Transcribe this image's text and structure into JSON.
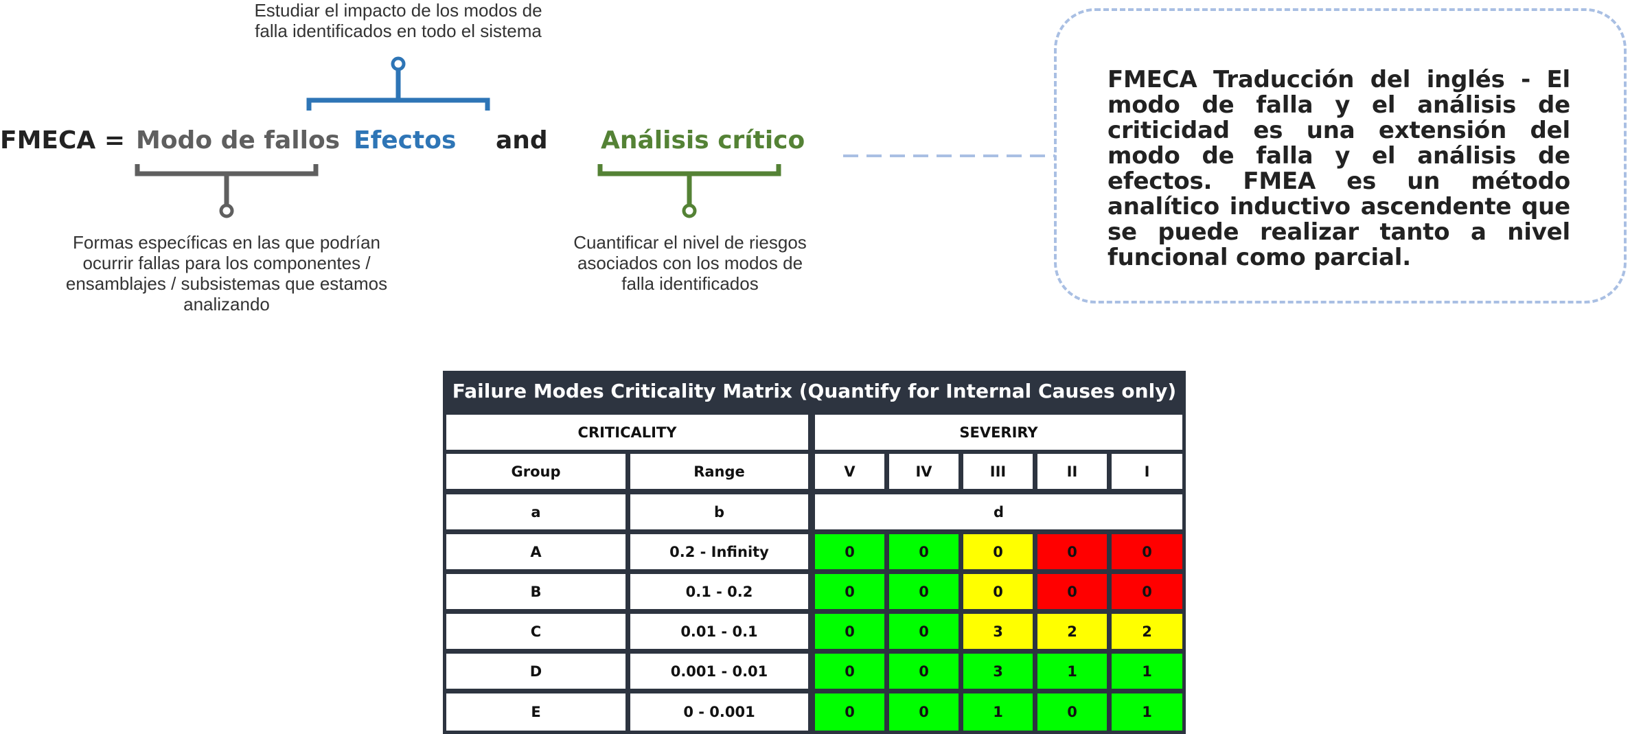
{
  "equation": {
    "lhs": "FMECA =",
    "term1": "Modo de fallos",
    "term2": "Efectos",
    "connector": "and",
    "term3": "Análisis crítico",
    "colors": {
      "term1": "#5f5f5f",
      "term2": "#2e75b6",
      "term3": "#548235",
      "lhs": "#222222"
    }
  },
  "captions": {
    "effects": "Estudiar el impacto de los modos de falla identificados en todo el sistema",
    "failure_modes": "Formas específicas en las que podrían ocurrir fallas para los componentes / ensamblajes / subsistemas que estamos analizando",
    "criticality": "Cuantificar el nivel de riesgos asociados con los modos de falla identificados"
  },
  "callout": {
    "text": "FMECA Traducción del inglés - El modo de falla y el análisis de criticidad es una extensión del modo de falla y el análisis de efectos. FMEA es un método analítico inductivo ascendente que se puede realizar tanto a nivel funcional como parcial.",
    "border_color": "#a9bfe3"
  },
  "matrix": {
    "title": "Failure Modes Criticality Matrix (Quantify for Internal Causes only)",
    "criticality_header": "CRITICALITY",
    "severity_header": "SEVERIRY",
    "group_header": "Group",
    "range_header": "Range",
    "severity_levels": [
      "V",
      "IV",
      "III",
      "II",
      "I"
    ],
    "col_a": "a",
    "col_b": "b",
    "col_d": "d",
    "rows": [
      {
        "group": "A",
        "range": "0.2 - Infinity",
        "values": [
          "0",
          "0",
          "0",
          "0",
          "0"
        ],
        "colors": [
          "green",
          "green",
          "yellow",
          "red",
          "red"
        ]
      },
      {
        "group": "B",
        "range": "0.1 - 0.2",
        "values": [
          "0",
          "0",
          "0",
          "0",
          "0"
        ],
        "colors": [
          "green",
          "green",
          "yellow",
          "red",
          "red"
        ]
      },
      {
        "group": "C",
        "range": "0.01 - 0.1",
        "values": [
          "0",
          "0",
          "3",
          "2",
          "2"
        ],
        "colors": [
          "green",
          "green",
          "yellow",
          "yellow",
          "yellow"
        ]
      },
      {
        "group": "D",
        "range": "0.001 - 0.01",
        "values": [
          "0",
          "0",
          "3",
          "1",
          "1"
        ],
        "colors": [
          "green",
          "green",
          "green",
          "green",
          "green"
        ]
      },
      {
        "group": "E",
        "range": "0 - 0.001",
        "values": [
          "0",
          "0",
          "1",
          "0",
          "1"
        ],
        "colors": [
          "green",
          "green",
          "green",
          "green",
          "green"
        ]
      }
    ],
    "palette": {
      "green": "#00ff00",
      "yellow": "#ffff00",
      "red": "#ff0000",
      "header_bg": "#2d3440"
    }
  }
}
